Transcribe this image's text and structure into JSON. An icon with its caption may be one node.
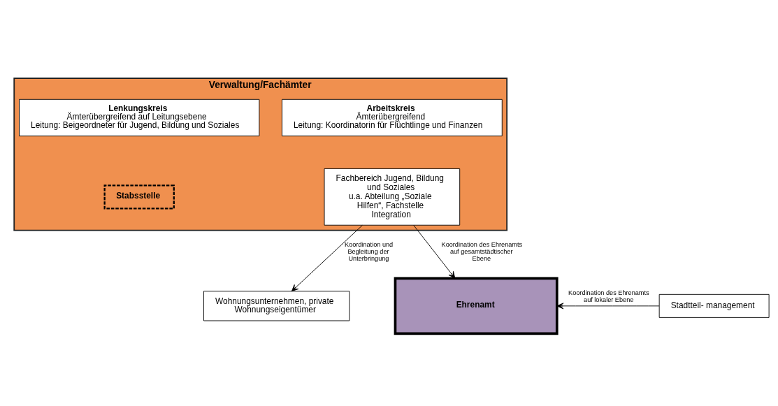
{
  "diagram": {
    "nodes": [
      {
        "text": [
          "Verwaltung/Fachämter"
        ]
      },
      {
        "text": [
          "Arbeitskreis",
          "Ämterübergreifend",
          "Leitung: Koordinatorin für Flüchtlinge und Finanzen"
        ],
        "in": 0
      },
      {
        "text": [
          "Lenkungskreis",
          "Ämterübergreifend auf Leitungsebene",
          "Leitung: Beigeordneter für Jugend, Bildung und Soziales"
        ],
        "in": 0
      },
      {
        "text": [
          "Stabsstelle"
        ],
        "in": 0
      },
      {
        "text": [
          "Fachbereich Jugend, Bildung und Soziales",
          "u.a. Abteilung „Soziale Hilfen“, Fachstelle Integration"
        ],
        "in": 0
      },
      {
        "text": [
          "Wohnungsunternehmen, private Wohnungseigentümer"
        ]
      },
      {
        "text": [
          "Ehrenamt"
        ]
      },
      {
        "text": [
          "Stadtteil- management"
        ]
      }
    ],
    "edges": [
      {
        "from": 4,
        "to": 5,
        "arrow": "to",
        "label": "Koordination und Begleitung der Unterbringung"
      },
      {
        "from": 4,
        "to": 6,
        "arrow": "to",
        "label": "Koordination des Ehrenamts auf gesamtstädtischer Ebene"
      },
      {
        "from": 7,
        "to": 6,
        "arrow": "to",
        "label": "Koordination des Ehrenamts auf lokaler Ebene"
      }
    ]
  }
}
